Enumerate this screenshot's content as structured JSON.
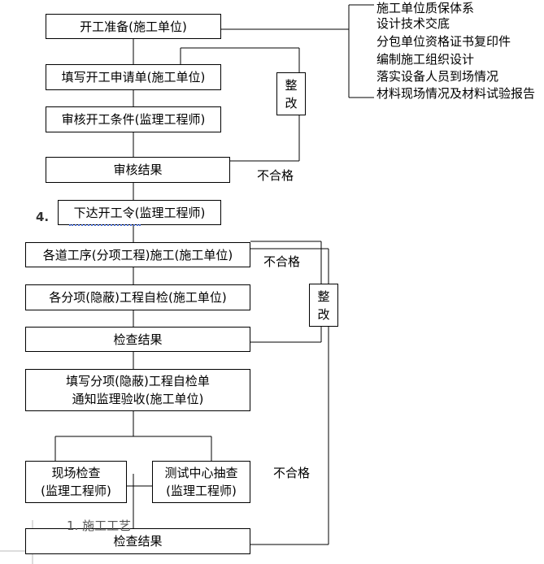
{
  "steps": {
    "s1": "开工准备(施工单位)",
    "s2": "填写开工申请单(施工单位)",
    "s3": "审核开工条件(监理工程师)",
    "s4": "审核结果",
    "s5": "下达开工令(监理工程师)",
    "s6": "各道工序(分项工程)施工(施工单位)",
    "s7": "各分项(隐蔽)工程自检(施工单位)",
    "s8": "检查结果",
    "s9_line1": "填写分项(隐蔽)工程自检单",
    "s9_line2": "通知监理验收(施工单位)",
    "s10_line1": "现场检查",
    "s10_line2": "(监理工程师)",
    "s11_line1": "测试中心抽查",
    "s11_line2": "(监理工程师)",
    "s12": "检查结果"
  },
  "rectify": {
    "char1": "整",
    "char2": "改"
  },
  "labels": {
    "fail": "不合格"
  },
  "notes": [
    "施工单位质保体系",
    "设计技术交底",
    "分包单位资格证书复印件",
    "编制施工组织设计",
    "落实设备人员到场情况",
    "材料现场情况及材料试验报告"
  ],
  "fragments": {
    "marker": "4.",
    "heading": "1. 施工工艺"
  }
}
